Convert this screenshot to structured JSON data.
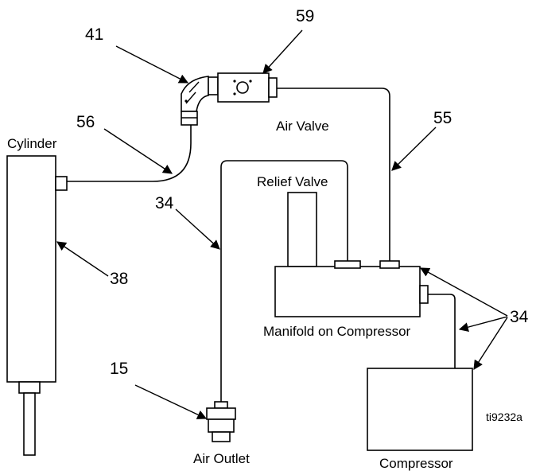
{
  "callouts": {
    "c41": "41",
    "c59": "59",
    "c56": "56",
    "c55": "55",
    "c34_left": "34",
    "c38": "38",
    "c15": "15",
    "c34_right": "34"
  },
  "labels": {
    "cylinder": "Cylinder",
    "air_valve": "Air Valve",
    "relief_valve": "Relief Valve",
    "manifold": "Manifold on Compressor",
    "compressor": "Compressor",
    "air_outlet": "Air Outlet",
    "figure_id": "ti9232a"
  },
  "colors": {
    "line": "#000000",
    "fill": "#ffffff"
  }
}
